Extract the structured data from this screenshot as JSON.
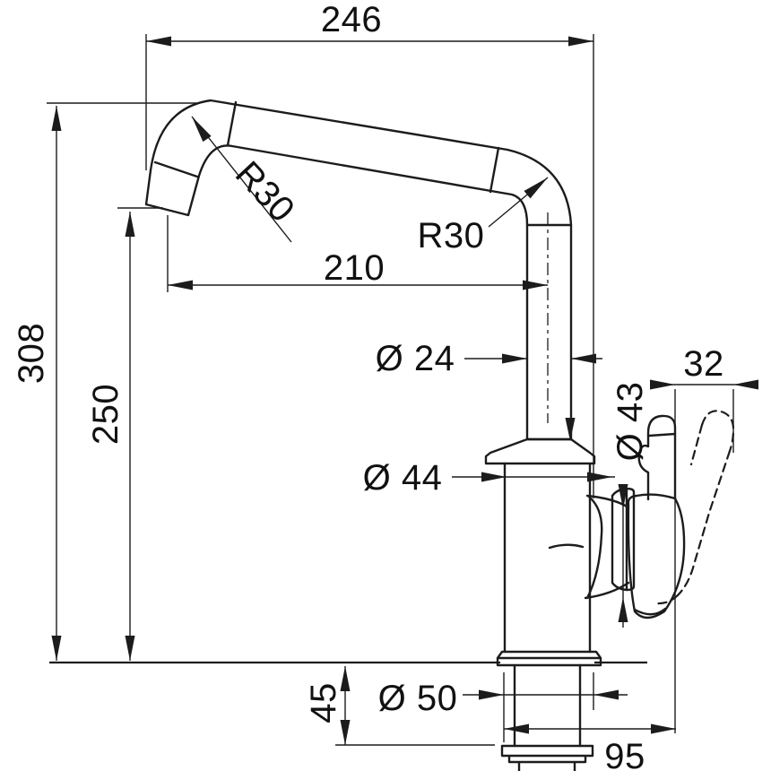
{
  "drawing": {
    "type": "technical-dimension-drawing",
    "subject": "kitchen mixer tap side elevation with swivel handle",
    "background_color": "#ffffff",
    "line_color": "#1c1c1c",
    "units": "mm",
    "dimensions": {
      "overall_width": {
        "label": "246"
      },
      "overall_height": {
        "label": "308"
      },
      "spout_height": {
        "label": "250"
      },
      "spout_reach": {
        "label": "210"
      },
      "bend_radius_left": {
        "label": "R30"
      },
      "bend_radius_right": {
        "label": "R30"
      },
      "spout_tube_diameter": {
        "label": "Ø 24"
      },
      "body_diameter": {
        "label": "Ø 44"
      },
      "valve_diameter": {
        "label": "Ø 43"
      },
      "handle_offset": {
        "label": "32"
      },
      "under_counter_height": {
        "label": "45"
      },
      "base_shank_diameter": {
        "label": "Ø 50"
      },
      "base_depth": {
        "label": "95"
      }
    }
  }
}
